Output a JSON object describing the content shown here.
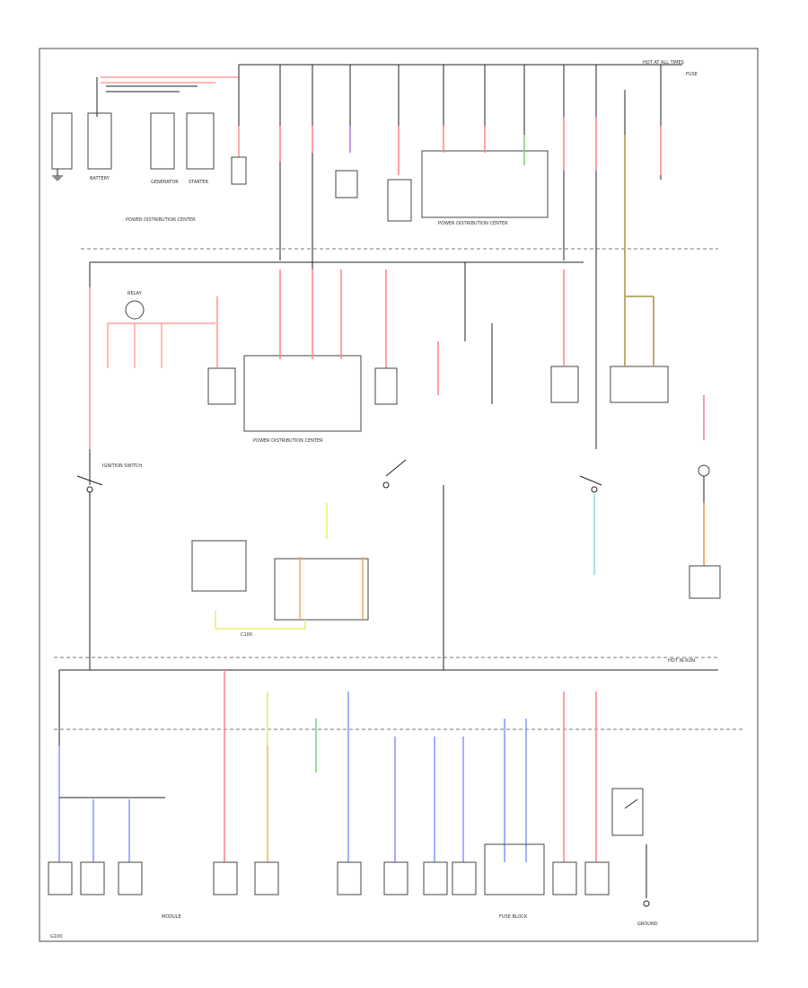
{
  "diagram": {
    "labels": {
      "fuse_box_top": "POWER DISTRIBUTION CENTER",
      "fuse_box_mid": "POWER DISTRIBUTION CENTER",
      "fuse_box_bot": "FUSE BLOCK",
      "battery": "BATTERY",
      "generator": "GENERATOR",
      "starter": "STARTER",
      "ignition_switch": "IGNITION SWITCH",
      "ground_ref": "G100",
      "hot_at_all_times": "HOT AT ALL TIMES",
      "hot_in_run": "HOT IN RUN",
      "fuse_label": "FUSE",
      "ground_label": "GROUND",
      "module": "MODULE",
      "relay": "RELAY",
      "connector": "C100"
    },
    "wire_colors": {
      "red": "#ff8a8a",
      "pink": "#ffb0b0",
      "green": "#7fd67f",
      "blue": "#8e9cff",
      "lightblue": "#9fe0e0",
      "orange": "#f2a65a",
      "yellow": "#ecec7a",
      "olive": "#b7a060",
      "purple": "#b27ad8",
      "black": "#222222",
      "gray": "#999999"
    }
  }
}
